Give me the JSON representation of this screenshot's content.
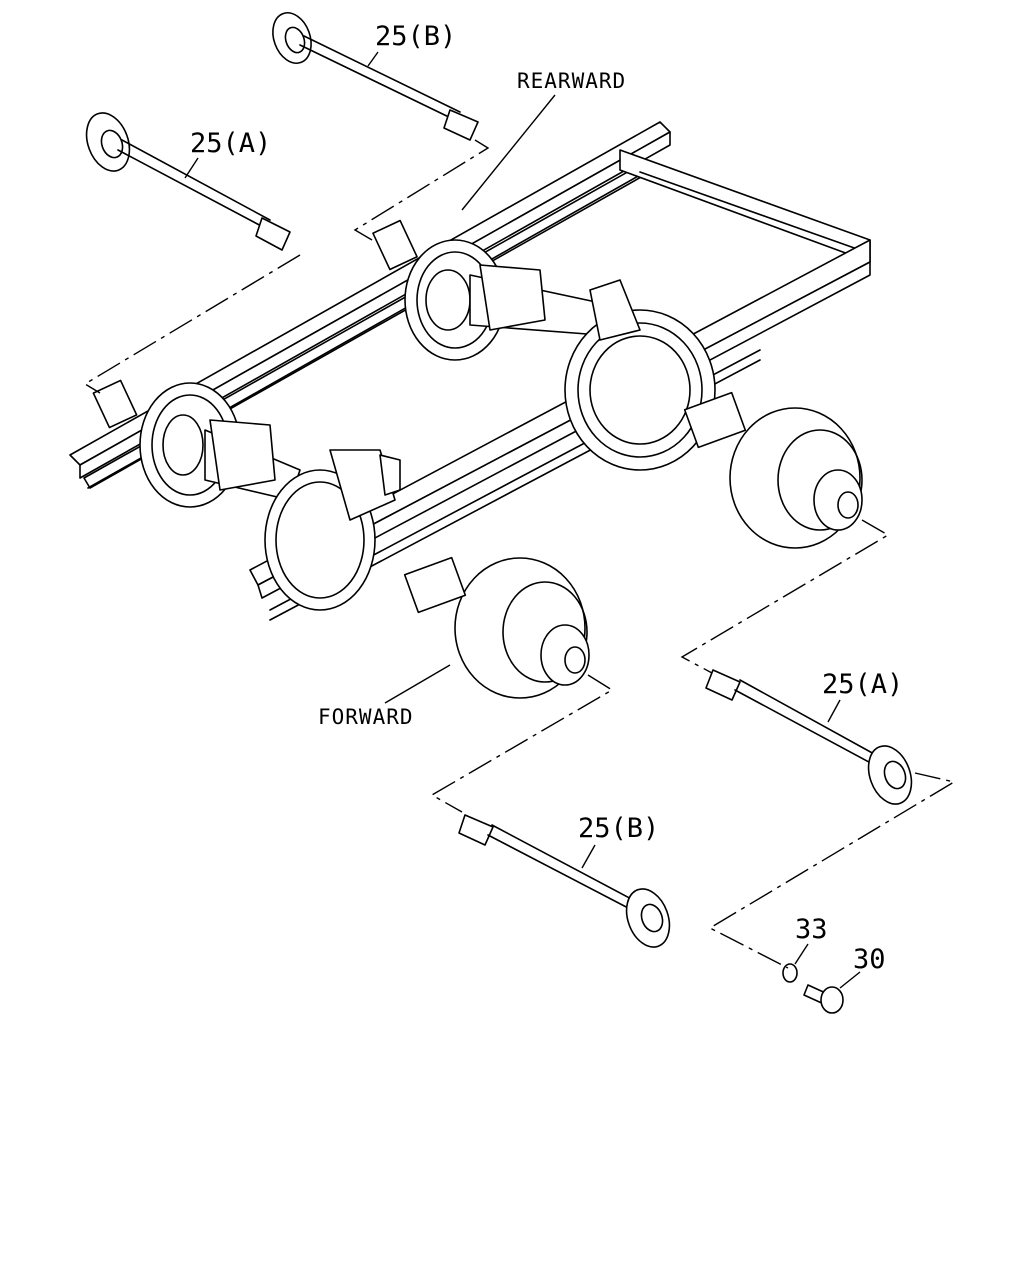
{
  "labels": {
    "shaft_b_top": "25(B)",
    "shaft_a_top": "25(A)",
    "rearward": "REARWARD",
    "forward": "FORWARD",
    "shaft_a_right": "25(A)",
    "shaft_b_bottom": "25(B)",
    "washer": "33",
    "bolt": "30"
  }
}
